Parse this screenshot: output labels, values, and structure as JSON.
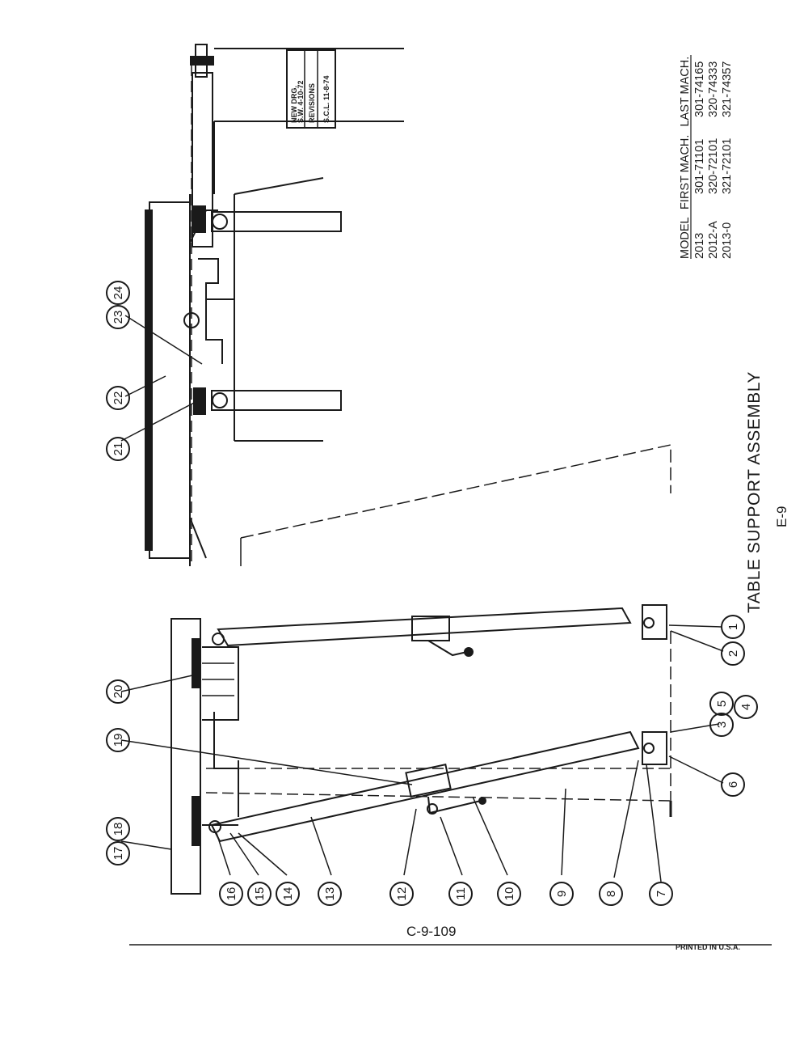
{
  "page_title": "TABLE SUPPORT ASSEMBLY",
  "page_number": "E-9",
  "drawing_number": "C-9-109",
  "printed_in": "PRINTED IN U.S.A.",
  "revisions": {
    "new_drg": "NEW DRG.",
    "sw": "S.W. 4-10-72",
    "revisions_label": "REVISIONS",
    "scl": "S.C.L. 11-8-74"
  },
  "model_table": {
    "headers": [
      "MODEL",
      "FIRST MACH.",
      "LAST MACH."
    ],
    "rows": [
      [
        "2013",
        "301-71101",
        "301-74165"
      ],
      [
        "2012-A",
        "320-72101",
        "320-74333"
      ],
      [
        "2013-0",
        "321-72101",
        "321-74357"
      ]
    ]
  },
  "callouts": [
    "1",
    "2",
    "3",
    "4",
    "5",
    "6",
    "7",
    "8",
    "9",
    "10",
    "11",
    "12",
    "13",
    "14",
    "15",
    "16",
    "17",
    "18",
    "19",
    "20",
    "21",
    "22",
    "23",
    "24"
  ],
  "callout_labels": {
    "c1": "1",
    "c2": "2",
    "c3": "3",
    "c4": "4",
    "c5": "5",
    "c6": "6",
    "c7": "7",
    "c8": "8",
    "c9": "9",
    "c10": "10",
    "c11": "11",
    "c12": "12",
    "c13": "13",
    "c14": "14",
    "c15": "15",
    "c16": "16",
    "c1718": "17 18",
    "c19": "19",
    "c20": "20",
    "c21": "21",
    "c22": "22",
    "c2324": "23 24"
  }
}
